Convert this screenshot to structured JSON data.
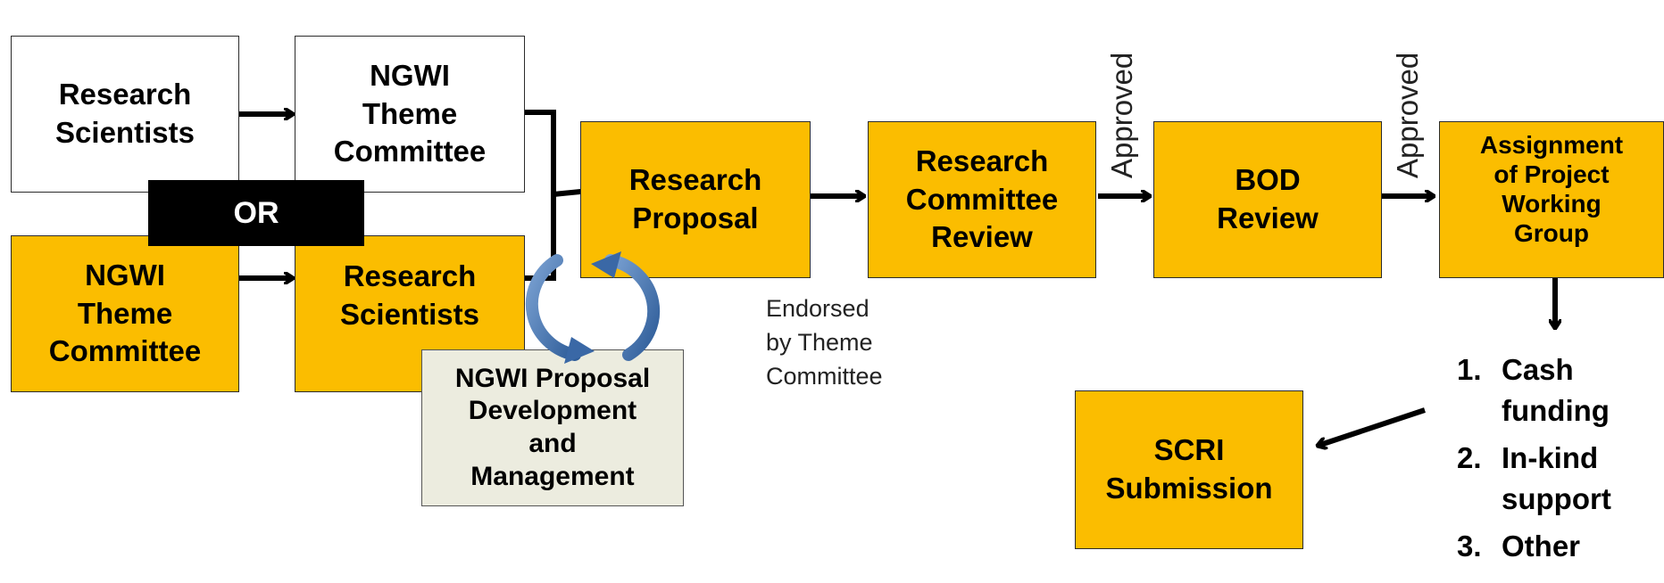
{
  "boxes": {
    "research_scientists_top": "Research\nScientists",
    "ngwi_theme_top": "NGWI\nTheme\nCommittee",
    "ngwi_theme_bottom": "NGWI\nTheme\nCommittee",
    "research_scientists_bottom": "Research\nScientists",
    "research_proposal": "Research\nProposal",
    "research_committee_review": "Research\nCommittee\nReview",
    "bod_review": "BOD\nReview",
    "assignment": "Assignment\nof Project\nWorking\nGroup",
    "ngwi_proposal_dev": "NGWI Proposal\nDevelopment\nand\nManagement",
    "scri_submission": "SCRI\nSubmission"
  },
  "or_label": "OR",
  "endorsed_note": "Endorsed\nby Theme\nCommittee",
  "approved_1": "Approved",
  "approved_2": "Approved",
  "support_list": [
    {
      "num": "1.",
      "text": "Cash\nfunding"
    },
    {
      "num": "2.",
      "text": "In-kind\nsupport"
    },
    {
      "num": "3.",
      "text": "Other"
    }
  ],
  "colors": {
    "gold": "#fbbd00",
    "black": "#000000",
    "cycle_blue": "#4a78b4"
  }
}
